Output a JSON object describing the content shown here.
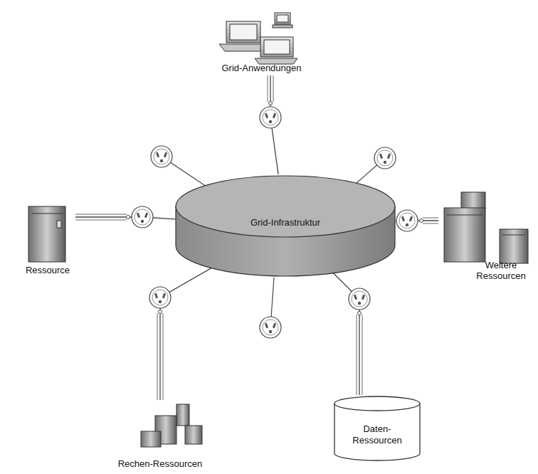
{
  "diagram": {
    "nodes": [
      {
        "text": [
          "Grid-Infrastruktur"
        ]
      },
      {
        "text": [
          "Grid-Anwendungen"
        ]
      },
      {
        "text": [
          "Ressource"
        ]
      },
      {
        "text": [
          "Weitere Ressourcen"
        ]
      },
      {
        "text": [
          "Daten-Ressourcen"
        ]
      },
      {
        "text": [
          "Rechen-Ressourcen"
        ]
      }
    ],
    "edges": [
      {
        "from": 1,
        "to": 0,
        "arrow": "none"
      },
      {
        "from": 2,
        "to": 0,
        "arrow": "none"
      },
      {
        "from": 3,
        "to": 0,
        "arrow": "none"
      },
      {
        "from": 4,
        "to": 0,
        "arrow": "none"
      },
      {
        "from": 5,
        "to": 0,
        "arrow": "none"
      }
    ]
  }
}
